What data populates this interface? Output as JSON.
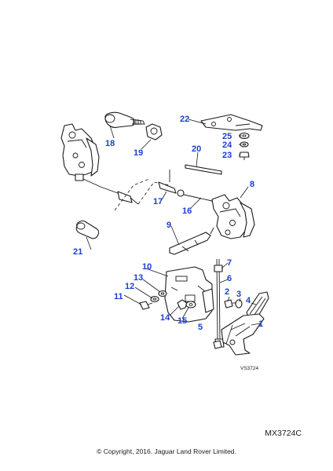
{
  "callouts": [
    {
      "id": "1",
      "label": "1"
    },
    {
      "id": "2",
      "label": "2"
    },
    {
      "id": "3",
      "label": "3"
    },
    {
      "id": "4",
      "label": "4"
    },
    {
      "id": "5",
      "label": "5"
    },
    {
      "id": "6",
      "label": "6"
    },
    {
      "id": "7",
      "label": "7"
    },
    {
      "id": "8",
      "label": "8"
    },
    {
      "id": "9",
      "label": "9"
    },
    {
      "id": "10",
      "label": "10"
    },
    {
      "id": "11",
      "label": "11"
    },
    {
      "id": "12",
      "label": "12"
    },
    {
      "id": "13",
      "label": "13"
    },
    {
      "id": "14",
      "label": "14"
    },
    {
      "id": "15",
      "label": "15"
    },
    {
      "id": "16",
      "label": "16"
    },
    {
      "id": "17",
      "label": "17"
    },
    {
      "id": "18",
      "label": "18"
    },
    {
      "id": "19",
      "label": "19"
    },
    {
      "id": "20",
      "label": "20"
    },
    {
      "id": "21",
      "label": "21"
    },
    {
      "id": "22",
      "label": "22"
    },
    {
      "id": "23",
      "label": "23"
    },
    {
      "id": "24",
      "label": "24"
    },
    {
      "id": "25",
      "label": "25"
    }
  ],
  "drawing_code": "VS3724",
  "reference_code": "MX3724C",
  "copyright": "© Copyright, 2016. Jaguar Land Rover Limited.",
  "colors": {
    "callout": "#1a3fd0",
    "line": "#1a1a1a"
  }
}
